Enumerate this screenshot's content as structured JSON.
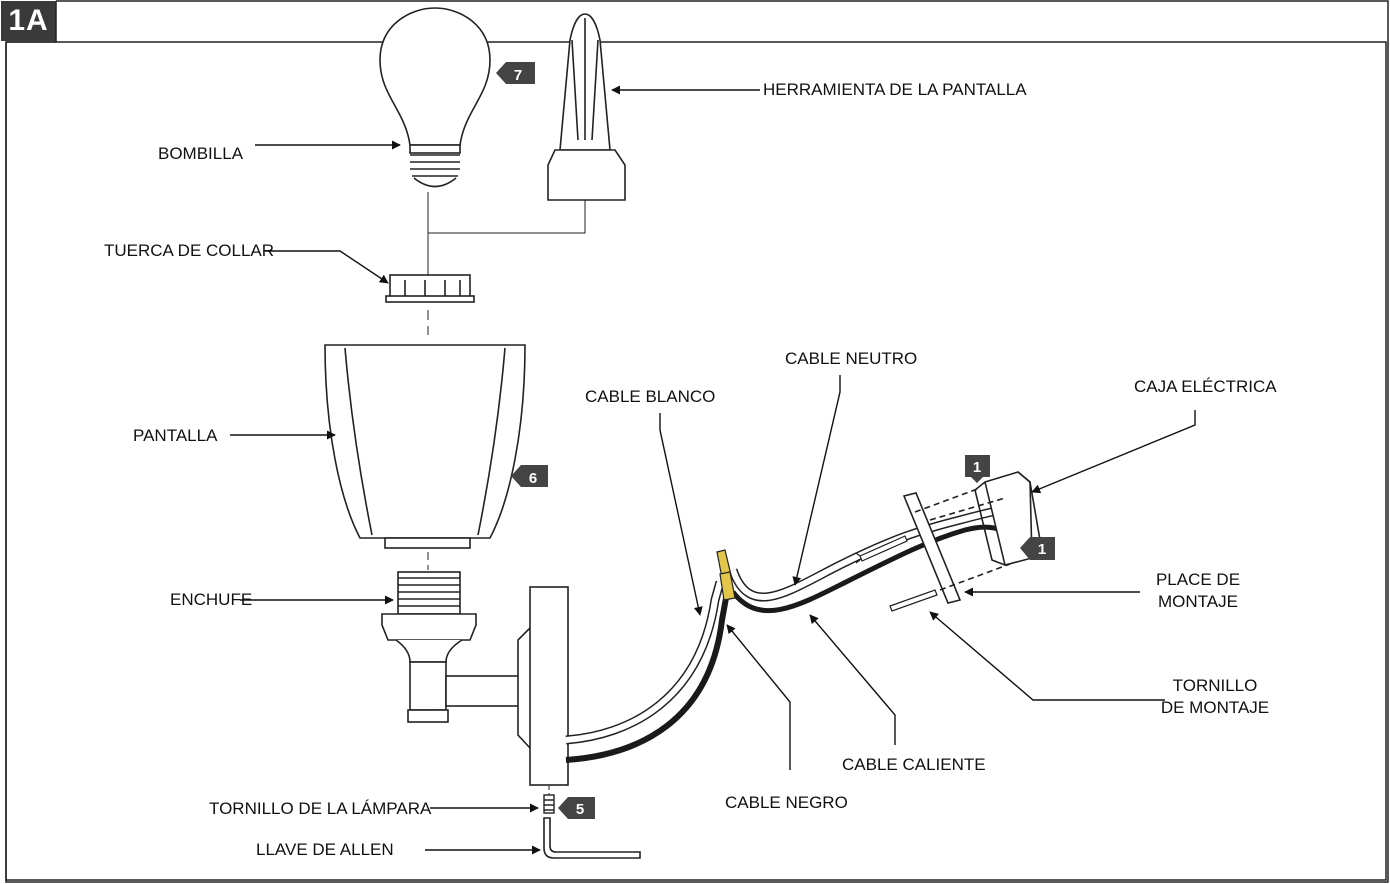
{
  "figure_id": "1A",
  "labels": {
    "bombilla": "BOMBILLA",
    "herramienta": "HERRAMIENTA DE LA PANTALLA",
    "tuerca": "TUERCA DE COLLAR",
    "pantalla": "PANTALLA",
    "enchufe": "ENCHUFE",
    "cable_blanco": "CABLE BLANCO",
    "cable_neutro": "CABLE NEUTRO",
    "caja": "CAJA ELÉCTRICA",
    "placa": "PLACE DE MONTAJE",
    "tornillo_montaje": "TORNILLO DE MONTAJE",
    "cable_caliente": "CABLE CALIENTE",
    "cable_negro": "CABLE NEGRO",
    "tornillo_lampara": "TORNILLO DE LA LÁMPARA",
    "llave": "LLAVE DE ALLEN"
  },
  "step_badges": {
    "bulb": "7",
    "shade": "6",
    "screw": "5",
    "box_top": "1",
    "box_bottom": "1"
  }
}
